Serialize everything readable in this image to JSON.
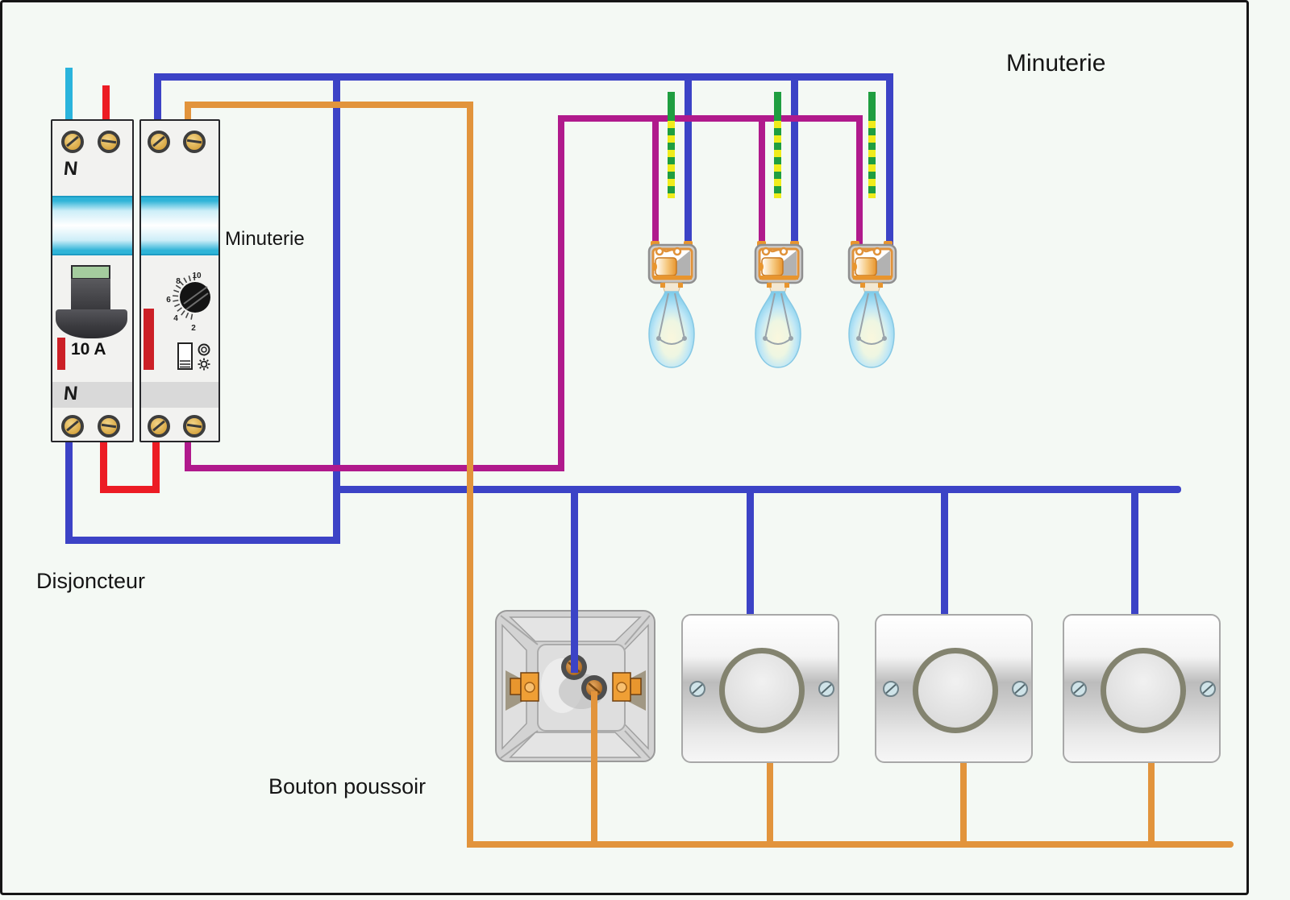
{
  "canvas": {
    "background": "#f4f9f4",
    "border_color": "#161616"
  },
  "title": {
    "text": "Minuterie"
  },
  "labels": {
    "disjoncteur": "Disjoncteur",
    "minuterie": "Minuterie",
    "bouton_poussoir": "Bouton poussoir"
  },
  "breaker": {
    "rating": "10 A",
    "neutral_mark_top": "N",
    "neutral_mark_bottom": "N"
  },
  "timer": {
    "dial_numbers": [
      "2",
      "4",
      "6",
      "8",
      "10"
    ],
    "icons": [
      "toggle-switch-icon",
      "ring-icon",
      "sun-icon"
    ]
  },
  "lamps": {
    "count": 3
  },
  "push_buttons": {
    "count": 4
  },
  "wire_colors": {
    "neutral_blue": "#3c43c6",
    "phase_red": "#ec1c24",
    "supply_cyan": "#2ab4dc",
    "return_orange": "#e2943c",
    "lamp_purple": "#b01a8c",
    "earth_green": "#1f9e40",
    "earth_yellow": "#f0ec1c"
  }
}
